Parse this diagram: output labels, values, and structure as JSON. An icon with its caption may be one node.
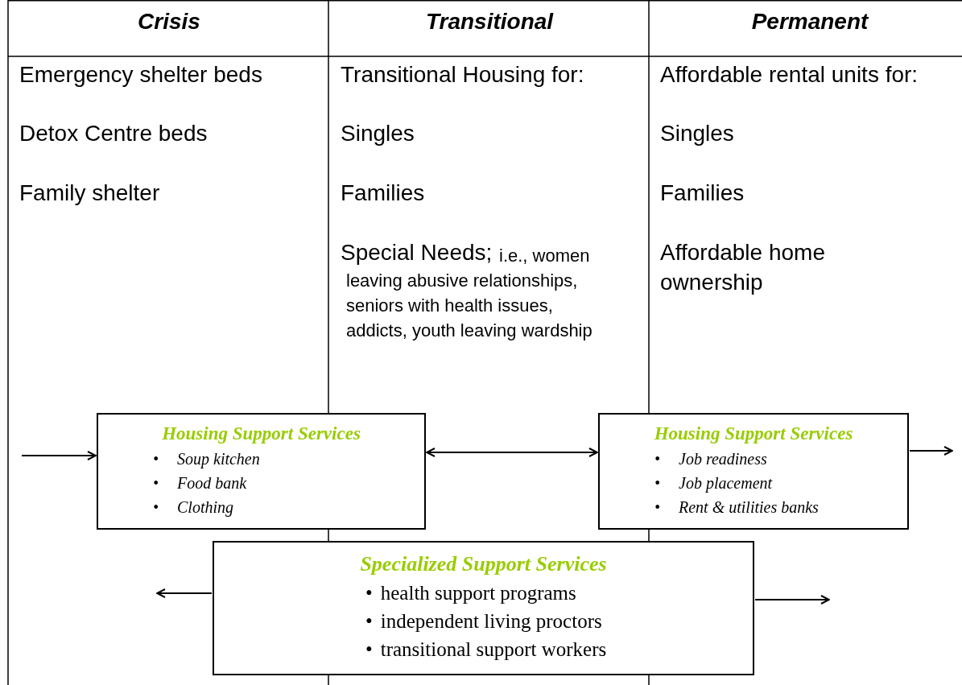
{
  "diagram": {
    "nodes": [
      {
        "text": [
          "Housing Support Services",
          "•\tSoup kitchen",
          "•\tFood bank",
          "•\tClothing"
        ]
      },
      {
        "text": [
          "Housing Support Services",
          "•\tJob readiness",
          "•\tJob placement",
          "•\tRent & utilities banks"
        ]
      },
      {
        "text": [
          "Specialized Support Services",
          "•\thealth support programs",
          "•\tindependent living proctors",
          "•\ttransitional support workers"
        ]
      }
    ],
    "edges": [
      {
        "from": null,
        "to": 0,
        "arrow": "to"
      },
      {
        "from": 0,
        "to": 1,
        "arrow": "both"
      },
      {
        "from": 1,
        "to": null,
        "arrow": "to"
      },
      {
        "from": 2,
        "to": null,
        "arrow": "to"
      },
      {
        "from": 2,
        "to": null,
        "arrow": "to"
      }
    ],
    "labels": [
      "Crisis",
      "Transitional",
      "Permanent",
      "Emergency shelter beds",
      "Transitional Housing for:",
      "Affordable rental units for:",
      "Detox Centre beds",
      "Singles",
      "Singles",
      "Family shelter",
      "Families",
      "Families",
      "Special Needs;",
      "i.e., women leaving abusive relationships, seniors with health issues, addicts, youth leaving wardship",
      "Affordable home ownership"
    ]
  }
}
